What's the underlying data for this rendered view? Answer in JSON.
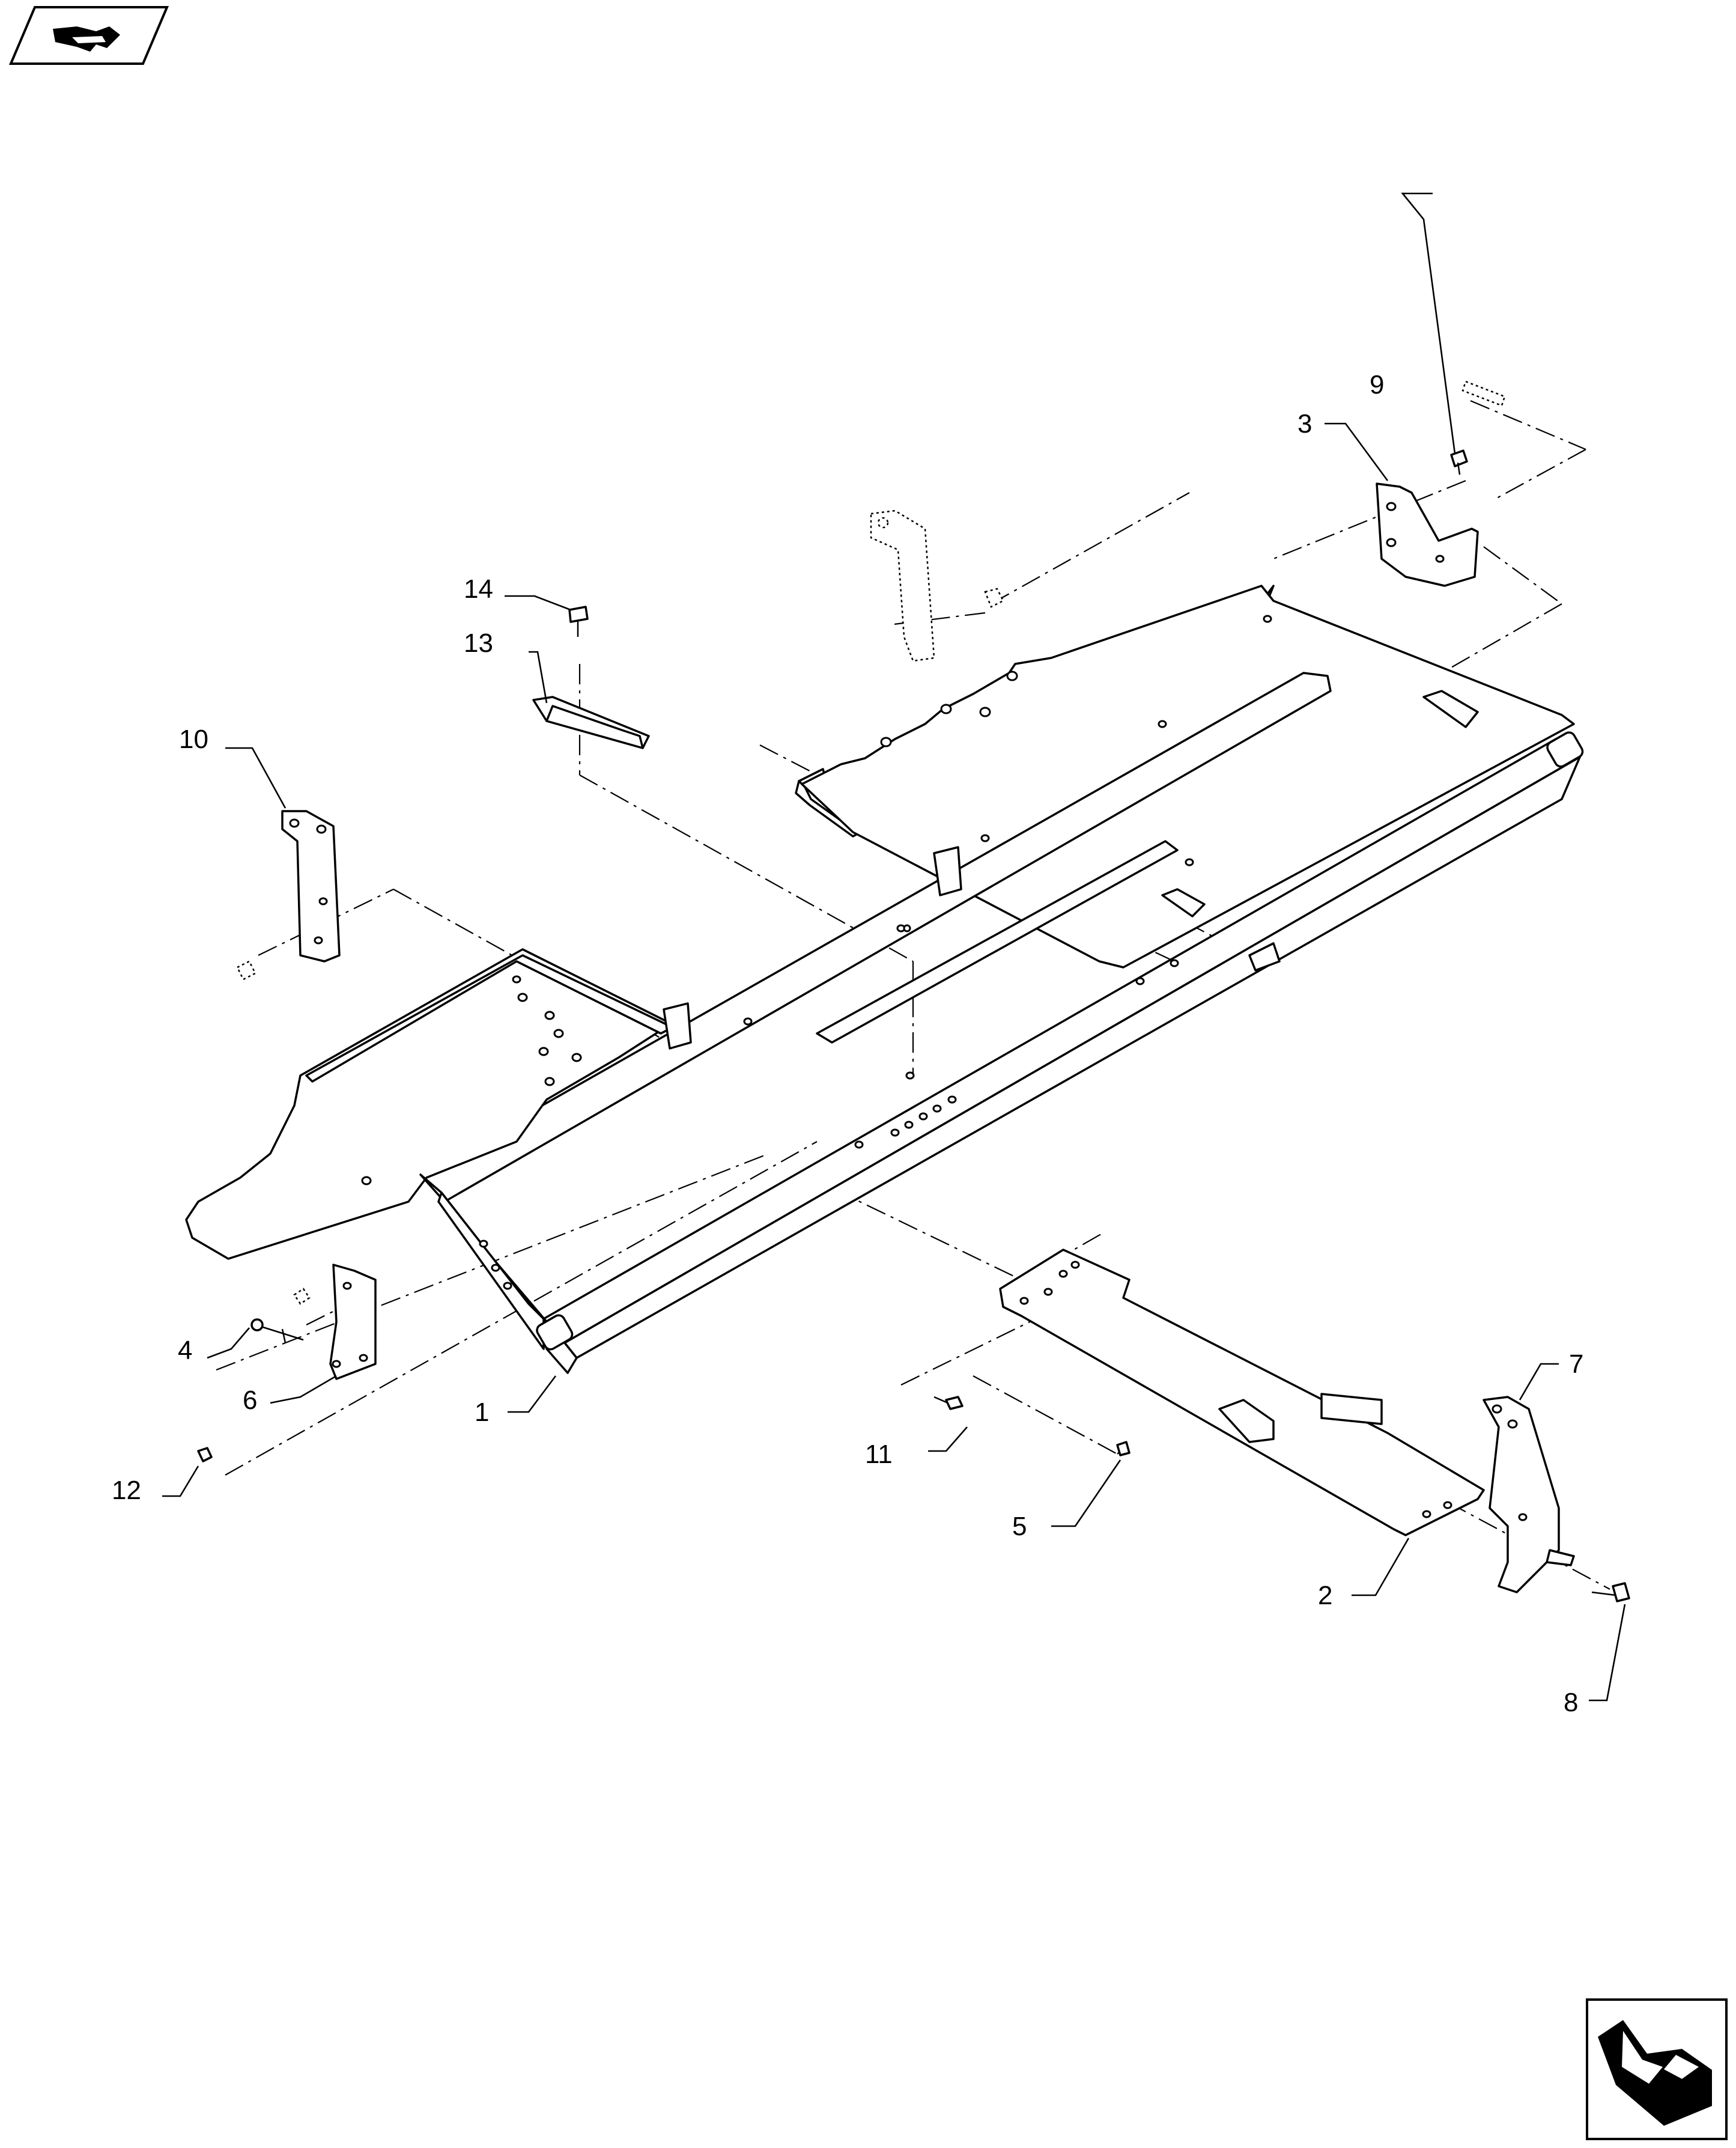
{
  "callouts": [
    {
      "id": "1",
      "label": "1"
    },
    {
      "id": "2",
      "label": "2"
    },
    {
      "id": "3",
      "label": "3"
    },
    {
      "id": "4",
      "label": "4"
    },
    {
      "id": "5",
      "label": "5"
    },
    {
      "id": "6",
      "label": "6"
    },
    {
      "id": "7",
      "label": "7"
    },
    {
      "id": "8",
      "label": "8"
    },
    {
      "id": "9",
      "label": "9"
    },
    {
      "id": "10",
      "label": "10"
    },
    {
      "id": "11",
      "label": "11"
    },
    {
      "id": "12",
      "label": "12"
    },
    {
      "id": "13",
      "label": "13"
    },
    {
      "id": "14",
      "label": "14"
    }
  ],
  "icons": {
    "top_left": "previous-page-arrow-icon",
    "bottom_right": "next-page-arrow-icon"
  },
  "colors": {
    "line": "#000000",
    "background": "#ffffff"
  }
}
